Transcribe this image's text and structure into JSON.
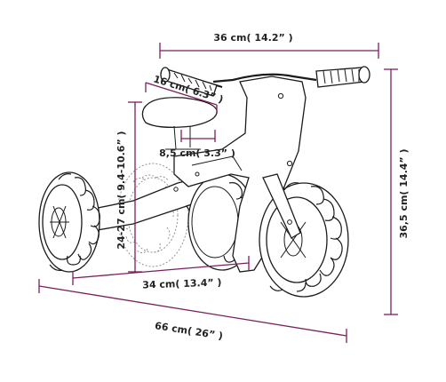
{
  "diagram": {
    "dimensions": {
      "handlebar_width": "36 cm( 14.2” )",
      "seat_length": "16 cm( 6.3” )",
      "seat_width": "8,5 cm( 3.3” )",
      "seat_height": "24-27 cm( 9.4-10.6” )",
      "total_height": "36,5 cm( 14.4” )",
      "wheelbase_rear": "34 cm( 13.4” )",
      "total_length": "66 cm( 26” )"
    },
    "colors": {
      "dimension_line": "#7a1f5c",
      "outline": "#1b1b1b"
    }
  }
}
